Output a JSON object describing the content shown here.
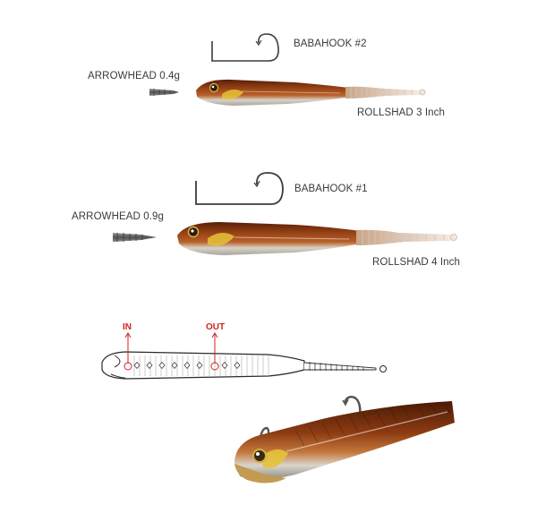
{
  "set1": {
    "hook_label": "BABAHOOK #2",
    "weight_label": "ARROWHEAD 0.4g",
    "lure_label": "ROLLSHAD 3 Inch"
  },
  "set2": {
    "hook_label": "BABAHOOK #1",
    "weight_label": "ARROWHEAD 0.9g",
    "lure_label": "ROLLSHAD 4 Inch"
  },
  "rigging_diagram": {
    "in_label": "IN",
    "out_label": "OUT",
    "accent_color": "#d0261c"
  },
  "colors": {
    "lure_body": "#8a3a12",
    "lure_belly": "#c9c4b8",
    "lure_tail": "#efe6dc",
    "eye_yellow": "#e4c23a",
    "hook_metal": "#3b3b3b",
    "weight_metal": "#6b6b6b"
  }
}
